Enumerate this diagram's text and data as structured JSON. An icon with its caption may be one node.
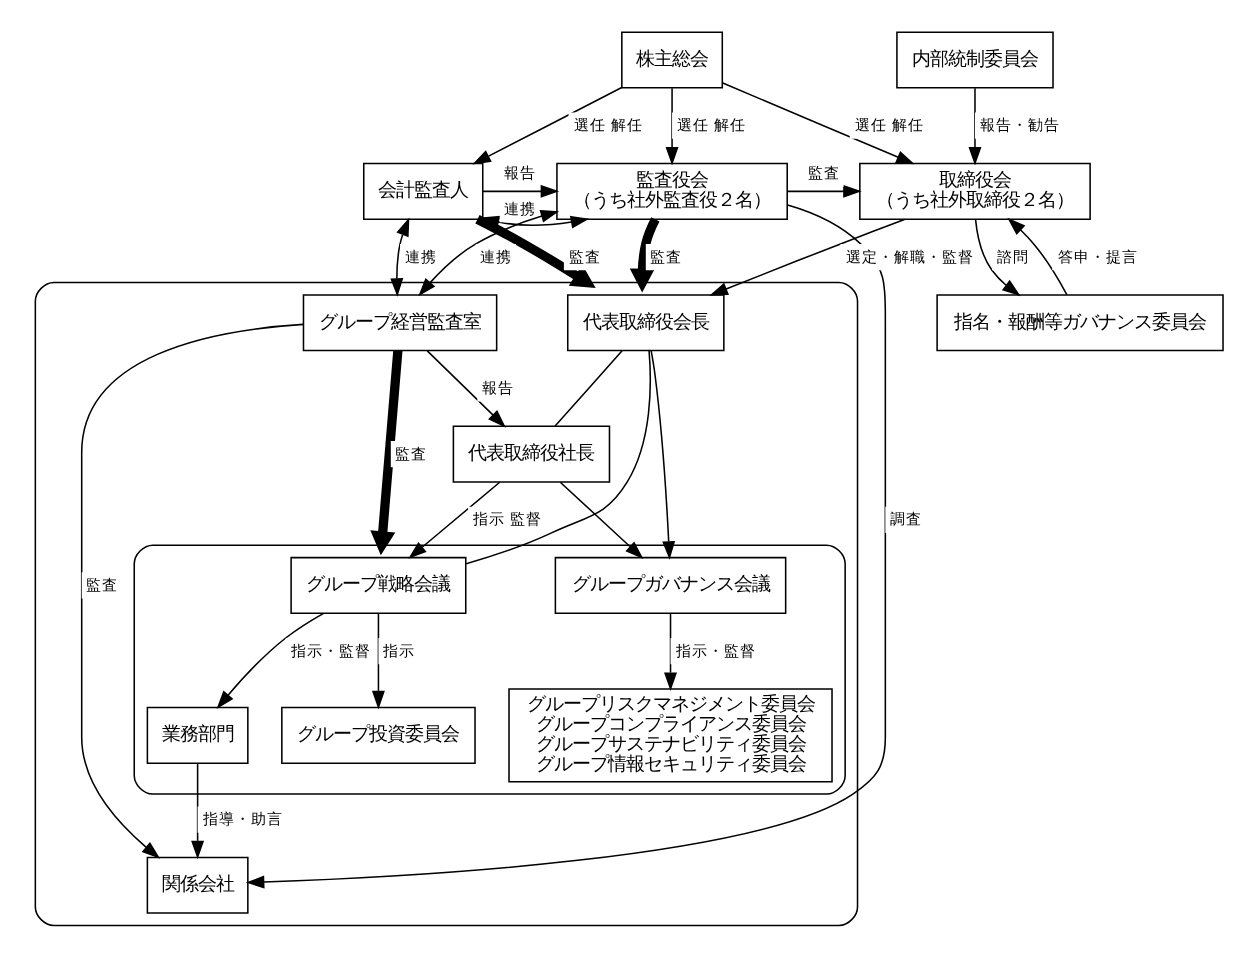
{
  "diagram": {
    "nodes": [
      {
        "text": [
          "株主総会"
        ]
      },
      {
        "text": [
          "会計監査人"
        ]
      },
      {
        "text": [
          "監査役会",
          "（うち社外監査役２名）"
        ]
      },
      {
        "text": [
          "取締役会",
          "（うち社外取締役２名）"
        ]
      },
      {
        "text": [
          "指名・報酬等ガバナンス委員会"
        ]
      },
      {
        "text": [
          "内部統制委員会"
        ]
      },
      {
        "text": [],
        "shape": "box"
      },
      {
        "text": [
          "代表取締役会長"
        ],
        "in": 6
      },
      {
        "text": [
          "代表取締役社長"
        ],
        "in": 6
      },
      {
        "text": [
          "グループ経営監査室"
        ],
        "in": 6
      },
      {
        "text": [],
        "shape": "box",
        "in": 6
      },
      {
        "text": [
          "グループ戦略会議"
        ],
        "in": 10
      },
      {
        "text": [
          "グループガバナンス会議"
        ],
        "in": 10
      },
      {
        "text": [
          "グループ投資委員会"
        ],
        "in": 10
      },
      {
        "text": [
          "グループリスクマネジメント委員会",
          "グループコンプライアンス委員会",
          "グループサステナビリティ委員会",
          "グループ情報セキュリティ委員会"
        ],
        "in": 10
      },
      {
        "text": [
          "業務部門"
        ],
        "in": 10
      },
      {
        "text": [
          "関係会社"
        ],
        "in": 6
      }
    ],
    "edges": [
      {
        "from": 0,
        "to": 1,
        "arrow": "to",
        "label": "選任 解任"
      },
      {
        "from": 0,
        "to": 2,
        "arrow": "to",
        "label": "選任 解任"
      },
      {
        "from": 0,
        "to": 3,
        "arrow": "to",
        "label": "選任 解任"
      },
      {
        "from": 1,
        "to": 2,
        "arrow": "to",
        "label": "報告"
      },
      {
        "from": 2,
        "to": 1,
        "arrow": "both",
        "label": "連携"
      },
      {
        "from": 2,
        "to": 3,
        "arrow": "to",
        "label": "監査"
      },
      {
        "from": 5,
        "to": 3,
        "arrow": "to",
        "label": "報告・勧告"
      },
      {
        "from": 3,
        "to": 4,
        "arrow": "to",
        "label": "諮問"
      },
      {
        "from": 4,
        "to": 3,
        "arrow": "to",
        "label": "答申・提言"
      },
      {
        "from": 2,
        "to": 6,
        "arrow": "to",
        "label": "監査",
        "style": "thick"
      },
      {
        "from": 3,
        "to": 7,
        "arrow": "to",
        "label": "選定・解職・監督"
      },
      {
        "from": 7,
        "to": 8,
        "arrow": "none"
      },
      {
        "from": 7,
        "to": 11,
        "arrow": "none"
      },
      {
        "from": 7,
        "to": 12,
        "arrow": "to"
      },
      {
        "from": 2,
        "to": 9,
        "arrow": "both",
        "label": "連携"
      },
      {
        "from": 9,
        "to": 1,
        "arrow": "both",
        "label": "連携"
      },
      {
        "from": 1,
        "to": 6,
        "arrow": "to",
        "label": "監査",
        "style": "thick"
      },
      {
        "from": 9,
        "to": 8,
        "arrow": "to",
        "label": "報告"
      },
      {
        "from": 8,
        "to": 11,
        "arrow": "to",
        "label": "指示 監督"
      },
      {
        "from": 8,
        "to": 12,
        "arrow": "to"
      },
      {
        "from": 9,
        "to": 10,
        "arrow": "to",
        "label": "監査",
        "style": "thick"
      },
      {
        "from": 11,
        "to": 13,
        "arrow": "to",
        "label": "指示"
      },
      {
        "from": 11,
        "to": 15,
        "arrow": "to",
        "label": "指示・監督"
      },
      {
        "from": 12,
        "to": 14,
        "arrow": "to",
        "label": "指示・監督"
      },
      {
        "from": 2,
        "to": 16,
        "arrow": "to",
        "label": "調査"
      },
      {
        "from": 9,
        "to": 16,
        "arrow": "to",
        "label": "監査"
      },
      {
        "from": 15,
        "to": 16,
        "arrow": "to",
        "label": "指導・助言"
      }
    ]
  }
}
